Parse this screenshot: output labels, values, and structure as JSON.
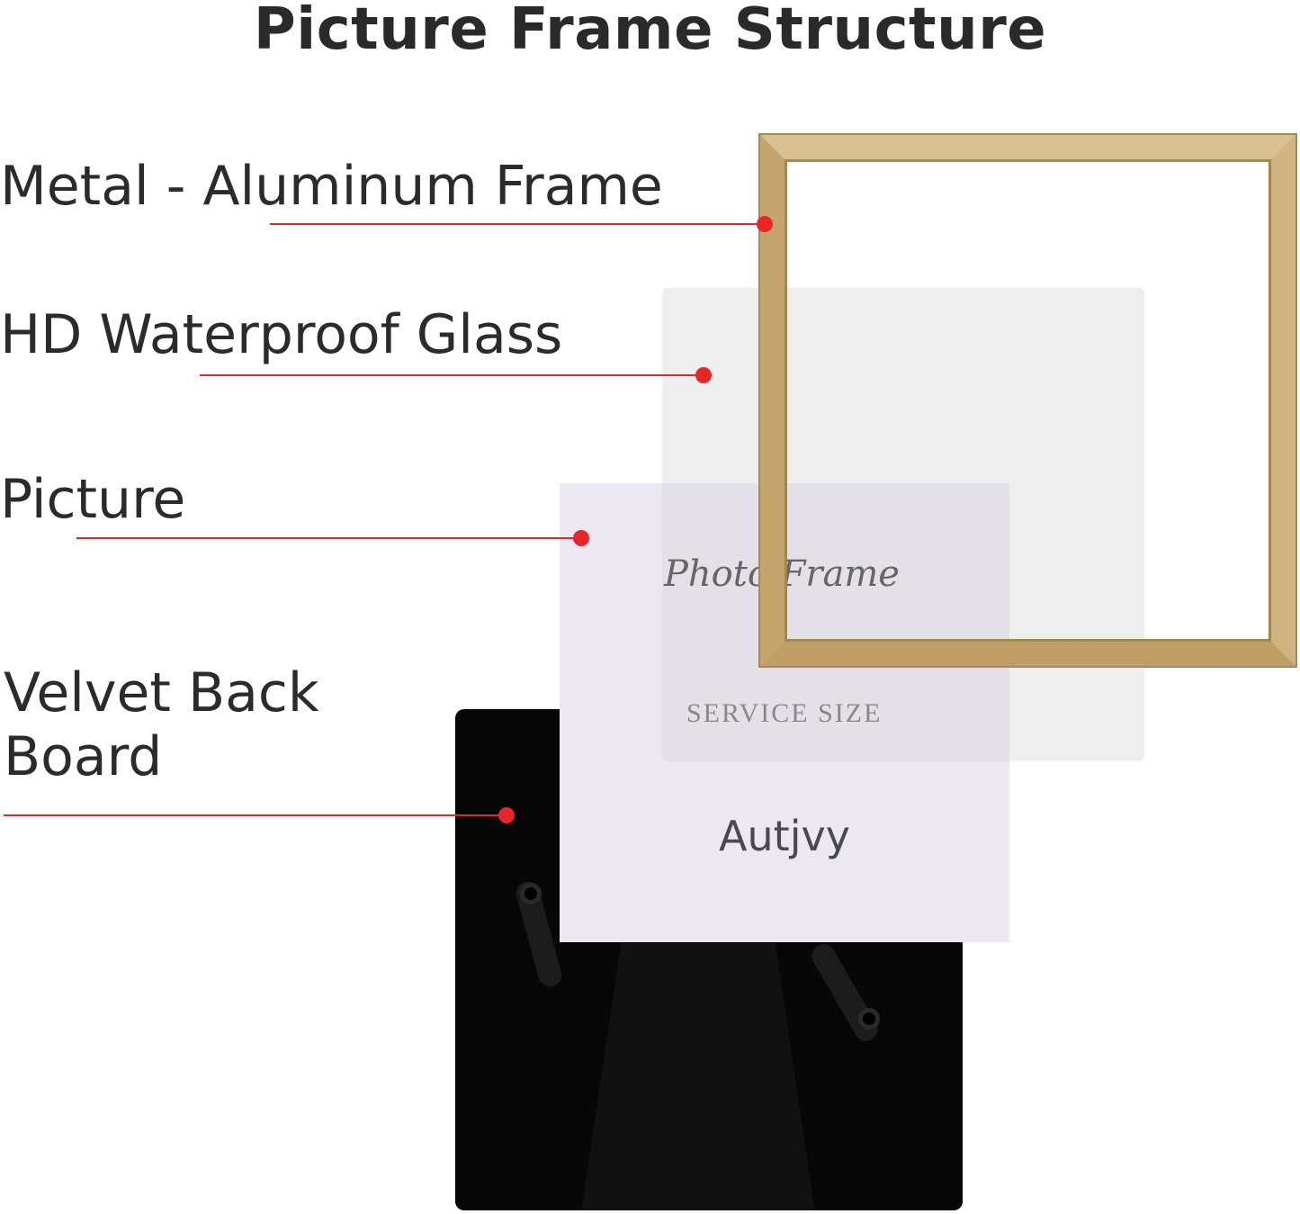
{
  "title": "Picture Frame Structure",
  "labels": {
    "frame": "Metal - Aluminum Frame",
    "glass": "HD Waterproof Glass",
    "picture": "Picture",
    "backboard_line1": "Velvet Back",
    "backboard_line2": "Board"
  },
  "insert": {
    "script": "Photo Frame",
    "service": "SERVICE SIZE",
    "brand": "Autjvy"
  },
  "colors": {
    "accent": "#e0262a",
    "frame": "#c9ad78",
    "backboard": "#070707"
  }
}
